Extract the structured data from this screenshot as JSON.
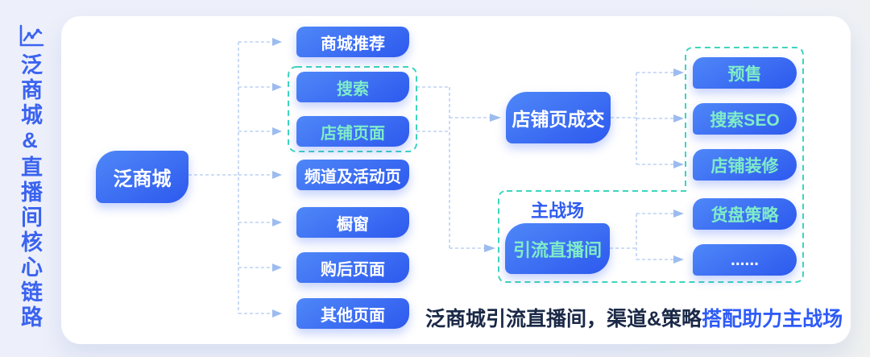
{
  "sidebar": {
    "icon": "line-chart-icon",
    "title": "泛商城&直播间核心链路"
  },
  "root_node": {
    "label": "泛商城"
  },
  "channel_nodes": [
    {
      "label": "商城推荐",
      "highlight": false
    },
    {
      "label": "搜索",
      "highlight": true
    },
    {
      "label": "店铺页面",
      "highlight": true
    },
    {
      "label": "频道及活动页",
      "highlight": false
    },
    {
      "label": "橱窗",
      "highlight": false
    },
    {
      "label": "购后页面",
      "highlight": false
    },
    {
      "label": "其他页面",
      "highlight": false
    }
  ],
  "mid_nodes": {
    "shop_page_deal": "店铺页成交",
    "battlefield_label": "主战场",
    "livestream": "引流直播间"
  },
  "strategy_nodes": [
    {
      "label": "预售",
      "highlight": true
    },
    {
      "label": "搜索SEO",
      "highlight": true
    },
    {
      "label": "店铺装修",
      "highlight": true
    },
    {
      "label": "货盘策略",
      "highlight": true
    },
    {
      "label": "......",
      "highlight": false
    }
  ],
  "caption": {
    "dark": "泛商城引流直播间，渠道&策略",
    "blue": "搭配助力主战场"
  },
  "colors": {
    "node_gradient_start": "#4f87f8",
    "node_gradient_end": "#2d59ee",
    "teal_text": "#7fecc8",
    "teal_dash": "#3dd6be",
    "connector": "#bdd2f4",
    "arrowhead": "#9cbcef",
    "accent_blue": "#3b63f0",
    "caption_dark": "#1b2947",
    "caption_blue": "#2e5bf7",
    "background": "#edf0fa",
    "card": "#ffffff"
  }
}
